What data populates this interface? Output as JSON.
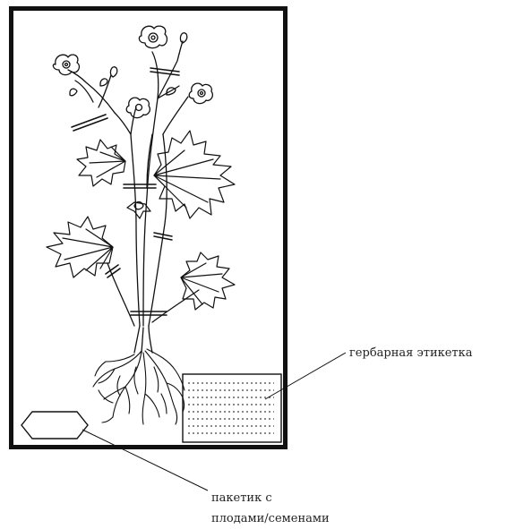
{
  "labels": {
    "herbarium_label": "гербарная этикетка",
    "seed_packet_line1": "пакетик с",
    "seed_packet_line2": "плодами/семенами"
  },
  "colors": {
    "ink": "#111111",
    "paper": "#ffffff"
  }
}
